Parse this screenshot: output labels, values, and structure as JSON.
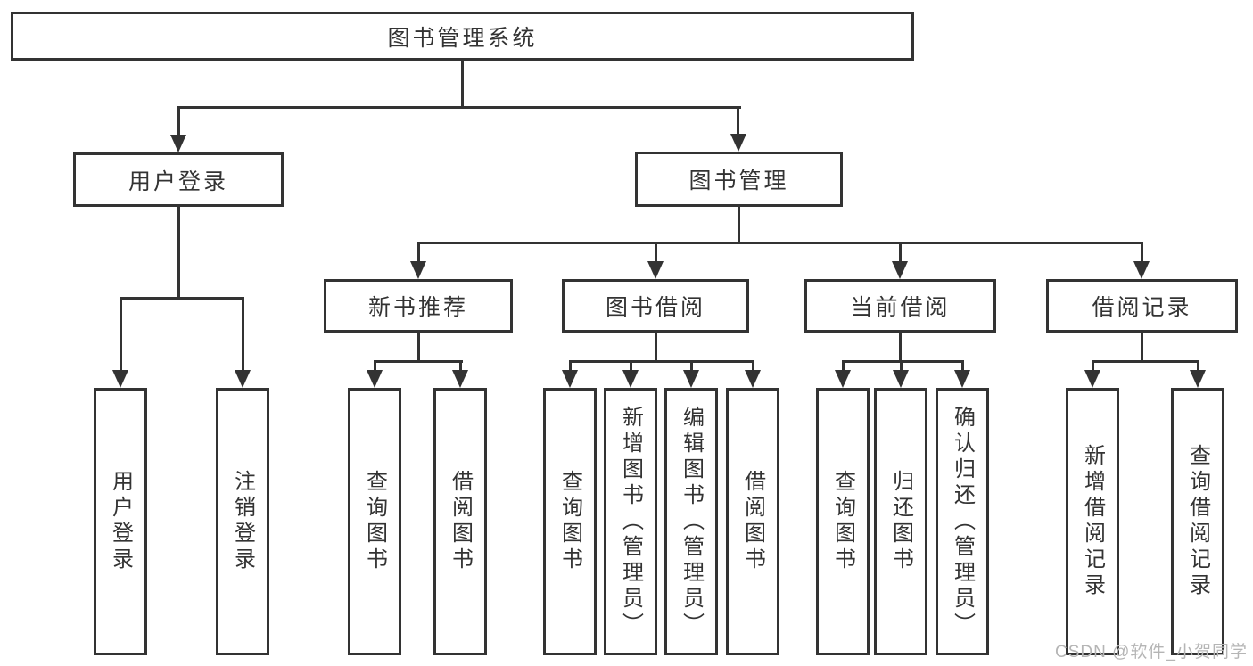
{
  "tree": {
    "root": {
      "label": "图书管理系统"
    },
    "user_login": {
      "label": "用户登录",
      "children": [
        {
          "label": "用户登录"
        },
        {
          "label": "注销登录"
        }
      ]
    },
    "book_management": {
      "label": "图书管理",
      "children": [
        {
          "label": "新书推荐",
          "children": [
            {
              "label": "查询图书"
            },
            {
              "label": "借阅图书"
            }
          ]
        },
        {
          "label": "图书借阅",
          "children": [
            {
              "label": "查询图书"
            },
            {
              "label": "新增图书（管理员）"
            },
            {
              "label": "编辑图书（管理员）"
            },
            {
              "label": "借阅图书"
            }
          ]
        },
        {
          "label": "当前借阅",
          "children": [
            {
              "label": "查询图书"
            },
            {
              "label": "归还图书"
            },
            {
              "label": "确认归还（管理员）"
            }
          ]
        },
        {
          "label": "借阅记录",
          "children": [
            {
              "label": "新增借阅记录"
            },
            {
              "label": "查询借阅记录"
            }
          ]
        }
      ]
    }
  },
  "watermark": {
    "text": "CSDN @软件_小贺同学"
  },
  "colors": {
    "line": "#333333",
    "box_bg": "#ffffff",
    "text": "#333333",
    "watermark": "#b5b5b5"
  }
}
